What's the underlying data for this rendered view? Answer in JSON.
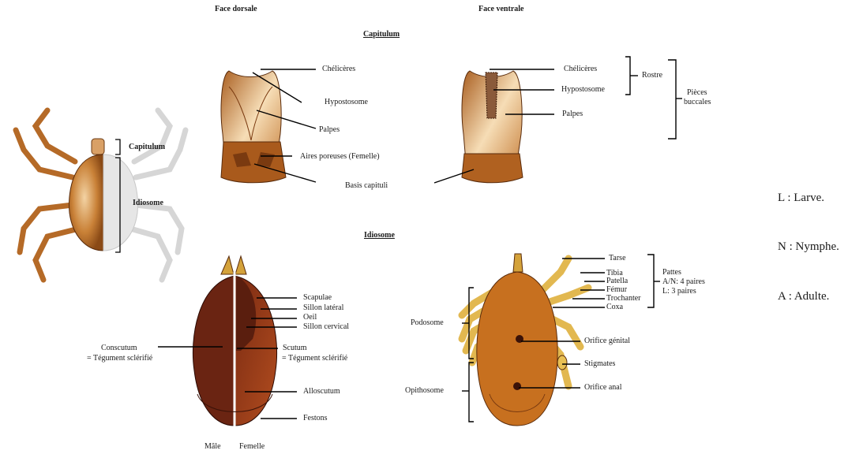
{
  "headers": {
    "dorsal": "Face dorsale",
    "ventral": "Face ventrale"
  },
  "sections": {
    "capitulum": "Capitulum",
    "idiosome": "Idiosome"
  },
  "whole_tick": {
    "capitulum": "Capitulum",
    "idiosome": "Idiosome"
  },
  "capitulum_dorsal": {
    "chelicerae": "Chélicères",
    "hypostome": "Hypostosome",
    "palps": "Palpes",
    "porose_areas": "Aires poreuses (Femelle)",
    "basis": "Basis capituli"
  },
  "capitulum_ventral": {
    "chelicerae": "Chélicères",
    "hypostome": "Hypostosome",
    "palps": "Palpes",
    "rostre": "Rostre",
    "pieces_line1": "Pièces",
    "pieces_line2": "buccales"
  },
  "idiosome_dorsal": {
    "scapulae": "Scapulae",
    "sillon_lateral": "Sillon latéral",
    "oeil": "Oeil",
    "sillon_cervical": "Sillon cervical",
    "conscutum_line1": "Conscutum",
    "conscutum_line2": "= Tégument sclérifié",
    "scutum_line1": "Scutum",
    "scutum_line2": "= Tégument sclérifié",
    "alloscutum": "Alloscutum",
    "festons": "Festons",
    "male": "Mâle",
    "female": "Femelle"
  },
  "idiosome_ventral": {
    "tarse": "Tarse",
    "tibia": "Tibia",
    "patella": "Patella",
    "femur": "Fémur",
    "trochanter": "Trochanter",
    "coxa": "Coxa",
    "pattes": "Pattes",
    "pattes_an": "A/N: 4 paires",
    "pattes_l": "L: 3 paires",
    "podosome": "Podosome",
    "opithosome": "Opithosome",
    "orifice_genital": "Orifice génital",
    "stigmates": "Stigmates",
    "orifice_anal": "Orifice anal"
  },
  "legend": {
    "larve": "L : Larve.",
    "nymphe": "N : Nymphe.",
    "adulte": "A : Adulte."
  },
  "colors": {
    "brown": "#b8691e",
    "dark_brown": "#6b2410",
    "light": "#efcfa5",
    "leg_yellow": "#e9c054"
  }
}
